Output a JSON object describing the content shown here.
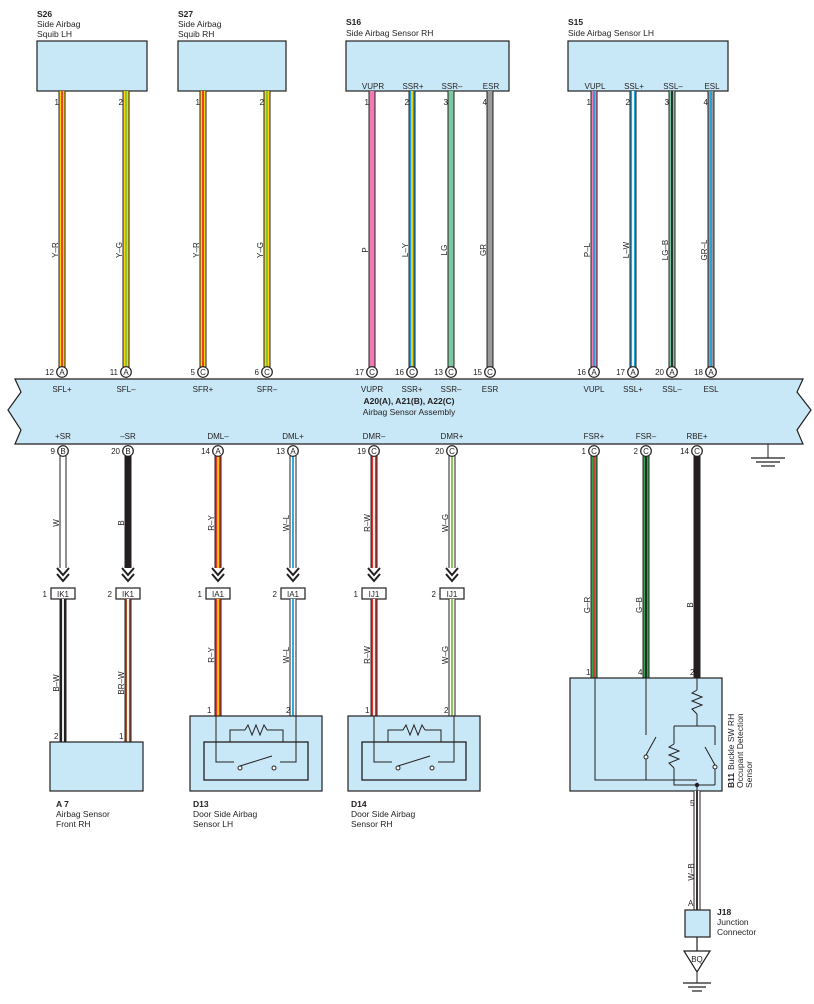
{
  "top_components": [
    {
      "ref": "S26",
      "name": [
        "Side Airbag",
        "Squib LH"
      ]
    },
    {
      "ref": "S27",
      "name": [
        "Side Airbag",
        "Squib RH"
      ]
    },
    {
      "ref": "S16",
      "name": [
        "Side Airbag Sensor RH"
      ],
      "terminals": [
        "VUPR",
        "SSR+",
        "SSR–",
        "ESR"
      ]
    },
    {
      "ref": "S15",
      "name": [
        "Side Airbag Sensor LH"
      ],
      "terminals": [
        "VUPL",
        "SSL+",
        "SSL–",
        "ESL"
      ]
    }
  ],
  "assembly": {
    "ref": "A20(A), A21(B), A22(C)",
    "name": "Airbag Sensor Assembly",
    "top_terminals": [
      "SFL+",
      "SFL–",
      "SFR+",
      "SFR–",
      "VUPR",
      "SSR+",
      "SSR–",
      "ESR",
      "VUPL",
      "SSL+",
      "SSL–",
      "ESL"
    ],
    "bottom_terminals": [
      "+SR",
      "–SR",
      "DML–",
      "DML+",
      "DMR–",
      "DMR+",
      "FSR+",
      "FSR–",
      "RBE+"
    ]
  },
  "top_wires": [
    {
      "color": "Y–R",
      "top_pin": "1",
      "bottom_pin": "12",
      "connector": "A",
      "stroke": [
        "#ffd400",
        "#e8312d"
      ]
    },
    {
      "color": "Y–G",
      "top_pin": "2",
      "bottom_pin": "11",
      "connector": "A",
      "stroke": [
        "#ffd400",
        "#7cc242"
      ]
    },
    {
      "color": "Y–R",
      "top_pin": "1",
      "bottom_pin": "5",
      "connector": "C",
      "stroke": [
        "#ffd400",
        "#e8312d"
      ]
    },
    {
      "color": "Y–G",
      "top_pin": "2",
      "bottom_pin": "6",
      "connector": "C",
      "stroke": [
        "#ffd400",
        "#7cc242"
      ]
    },
    {
      "color": "P",
      "top_pin": "1",
      "bottom_pin": "17",
      "connector": "C",
      "stroke": [
        "#f07ab4"
      ]
    },
    {
      "color": "L–Y",
      "top_pin": "2",
      "bottom_pin": "16",
      "connector": "C",
      "stroke": [
        "#1aa3dd",
        "#ffd400"
      ]
    },
    {
      "color": "LG",
      "top_pin": "3",
      "bottom_pin": "13",
      "connector": "C",
      "stroke": [
        "#7cc8a0"
      ]
    },
    {
      "color": "GR",
      "top_pin": "4",
      "bottom_pin": "15",
      "connector": "C",
      "stroke": [
        "#9a9a9a"
      ]
    },
    {
      "color": "P–L",
      "top_pin": "1",
      "bottom_pin": "16",
      "connector": "A",
      "stroke": [
        "#f07ab4",
        "#1aa3dd"
      ]
    },
    {
      "color": "L–W",
      "top_pin": "2",
      "bottom_pin": "17",
      "connector": "A",
      "stroke": [
        "#1aa3dd",
        "#ffffff"
      ]
    },
    {
      "color": "LG–B",
      "top_pin": "3",
      "bottom_pin": "20",
      "connector": "A",
      "stroke": [
        "#7cc8a0",
        "#231f20"
      ]
    },
    {
      "color": "GR–L",
      "top_pin": "4",
      "bottom_pin": "18",
      "connector": "A",
      "stroke": [
        "#9a9a9a",
        "#1aa3dd"
      ]
    }
  ],
  "bottom_wires": [
    {
      "color": "W",
      "pin": "9",
      "connector": "B",
      "stroke": [
        "#ffffff"
      ]
    },
    {
      "color": "B",
      "pin": "20",
      "connector": "B",
      "stroke": [
        "#231f20"
      ]
    },
    {
      "color": "R–Y",
      "pin": "14",
      "connector": "A",
      "stroke": [
        "#e8312d",
        "#ffd400"
      ]
    },
    {
      "color": "W–L",
      "pin": "13",
      "connector": "A",
      "stroke": [
        "#ffffff",
        "#1aa3dd"
      ]
    },
    {
      "color": "R–W",
      "pin": "19",
      "connector": "C",
      "stroke": [
        "#e8312d",
        "#ffffff"
      ]
    },
    {
      "color": "W–G",
      "pin": "20",
      "connector": "C",
      "stroke": [
        "#ffffff",
        "#7cc242"
      ]
    },
    {
      "color": "G–R",
      "pin": "1",
      "connector": "C",
      "stroke": [
        "#2ea44f",
        "#e8312d"
      ]
    },
    {
      "color": "G–B",
      "pin": "2",
      "connector": "C",
      "stroke": [
        "#2ea44f",
        "#231f20"
      ]
    },
    {
      "color": "B",
      "pin": "14",
      "connector": "C",
      "stroke": [
        "#231f20"
      ]
    }
  ],
  "inline_connectors": [
    {
      "ref": "IK1",
      "pin": "1"
    },
    {
      "ref": "IK1",
      "pin": "2"
    },
    {
      "ref": "IA1",
      "pin": "1"
    },
    {
      "ref": "IA1",
      "pin": "2"
    },
    {
      "ref": "IJ1",
      "pin": "1"
    },
    {
      "ref": "IJ1",
      "pin": "2"
    }
  ],
  "lower_wires": [
    {
      "color": "B–W",
      "stroke": [
        "#231f20",
        "#ffffff"
      ]
    },
    {
      "color": "BR–W",
      "stroke": [
        "#a0522d",
        "#ffffff"
      ]
    },
    {
      "color": "R–Y",
      "stroke": [
        "#e8312d",
        "#ffd400"
      ]
    },
    {
      "color": "W–L",
      "stroke": [
        "#ffffff",
        "#1aa3dd"
      ]
    },
    {
      "color": "R–W",
      "stroke": [
        "#e8312d",
        "#ffffff"
      ]
    },
    {
      "color": "W–G",
      "stroke": [
        "#ffffff",
        "#7cc242"
      ]
    }
  ],
  "bottom_components": [
    {
      "ref": "A 7",
      "name": [
        "Airbag Sensor",
        "Front RH"
      ],
      "pins": [
        "2",
        "1"
      ]
    },
    {
      "ref": "D13",
      "name": [
        "Door Side Airbag",
        "Sensor LH"
      ],
      "pins": [
        "1",
        "2"
      ]
    },
    {
      "ref": "D14",
      "name": [
        "Door Side Airbag",
        "Sensor RH"
      ],
      "pins": [
        "1",
        "2"
      ]
    },
    {
      "ref": "B11",
      "name": [
        "Buckle SW RH",
        "Occupant Detection",
        "Sensor"
      ],
      "pins": [
        "1",
        "4",
        "2",
        "5"
      ]
    }
  ],
  "b11_output": {
    "color": "W–B",
    "stroke": [
      "#ffffff",
      "#231f20"
    ]
  },
  "junction": {
    "ref": "J18",
    "name": [
      "Junction",
      "Connector"
    ],
    "pin": "A",
    "ground": "BQ"
  }
}
